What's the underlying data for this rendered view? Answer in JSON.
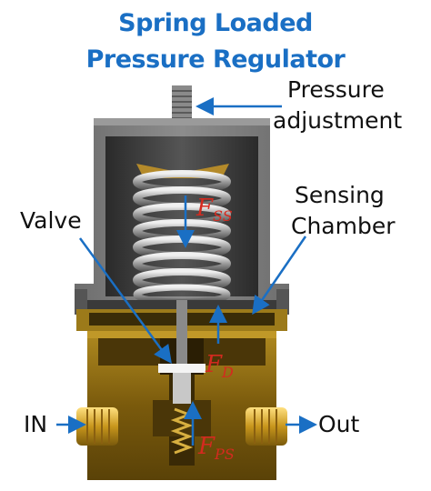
{
  "title": {
    "line1": "Spring Loaded",
    "line2": "Pressure Regulator"
  },
  "labels": {
    "pressure_adjustment_1": "Pressure",
    "pressure_adjustment_2": "adjustment",
    "sensing_chamber_1": "Sensing",
    "sensing_chamber_2": "Chamber",
    "valve": "Valve",
    "inlet": "IN",
    "outlet": "Out"
  },
  "forces": {
    "spring": {
      "symbol": "F",
      "subscript": "SS"
    },
    "diaphragm": {
      "symbol": "F",
      "subscript": "D"
    },
    "poppet_spring": {
      "symbol": "F",
      "subscript": "PS"
    }
  },
  "colors": {
    "title": "#1a6fc4",
    "arrow": "#1a6fc4",
    "force_text": "#d42a1f",
    "bonnet": "#7a7a7a",
    "brass": "#8a6a10"
  }
}
